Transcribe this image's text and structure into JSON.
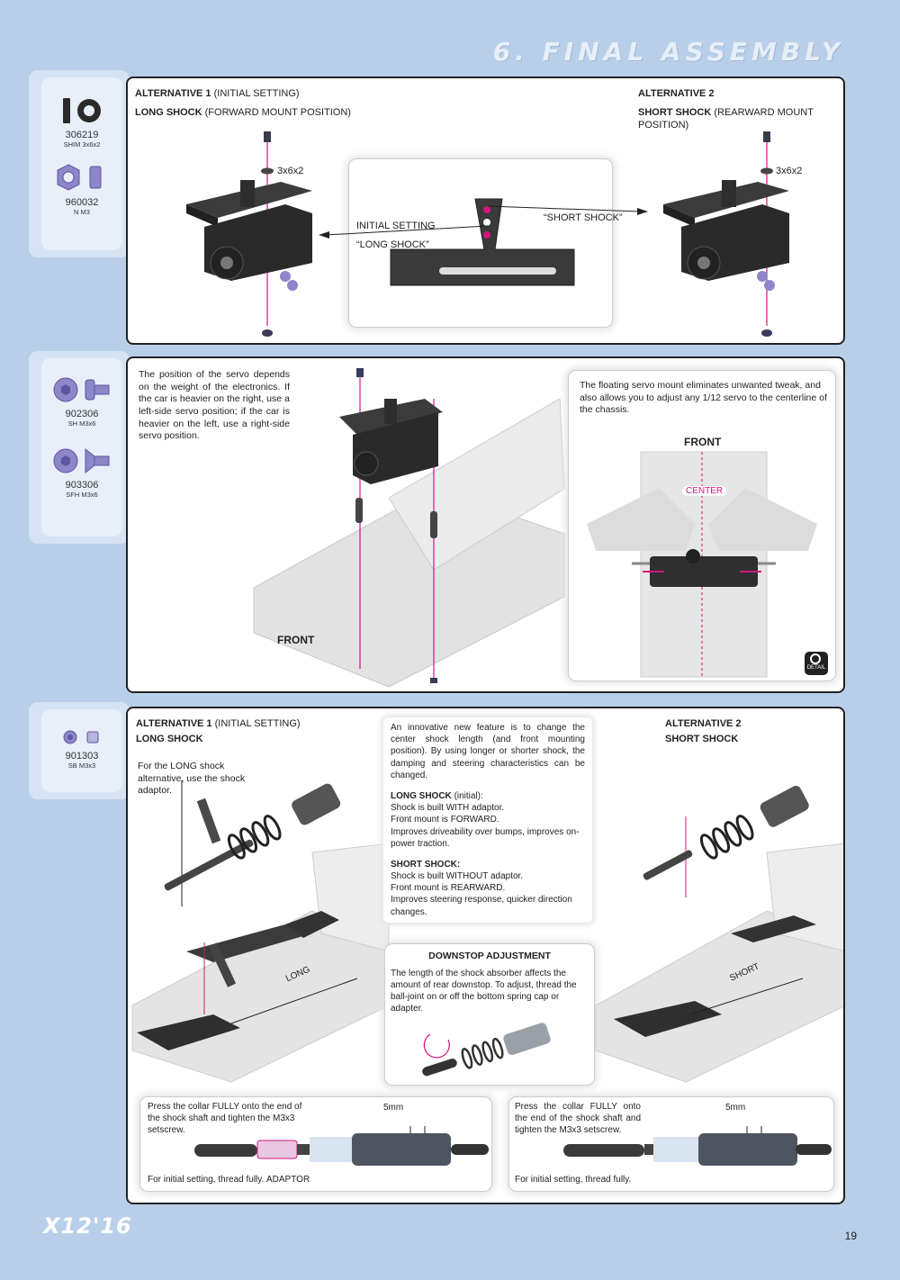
{
  "page_title": "6. FINAL ASSEMBLY",
  "footer_logo": "X12'16",
  "page_number": "19",
  "parts_group_1": [
    {
      "code": "306219",
      "desc": "SHIM 3x6x2",
      "icon": "shim-icon"
    },
    {
      "code": "960032",
      "desc": "N M3",
      "icon": "nut-icon"
    }
  ],
  "parts_group_2": [
    {
      "code": "902306",
      "desc": "SH M3x6",
      "icon": "socket-head-screw-icon"
    },
    {
      "code": "903306",
      "desc": "SFH M3x6",
      "icon": "flat-head-screw-icon"
    }
  ],
  "parts_group_3": [
    {
      "code": "901303",
      "desc": "SB M3x3",
      "icon": "setscrew-icon"
    }
  ],
  "panel1": {
    "alt1_heading_bold": "ALTERNATIVE 1",
    "alt1_heading_rest": "(INITIAL SETTING)",
    "alt1_sub_bold": "LONG SHOCK",
    "alt1_sub_rest": "(FORWARD MOUNT POSITION)",
    "alt2_heading_bold": "ALTERNATIVE 2",
    "alt2_sub_bold": "SHORT SHOCK",
    "alt2_sub_rest": "(REARWARD MOUNT POSITION)",
    "shim_label_left": "3x6x2",
    "shim_label_right": "3x6x2",
    "initial_setting": "INITIAL SETTING",
    "long_shock_quote": "“LONG SHOCK”",
    "short_shock_quote": "“SHORT SHOCK”"
  },
  "panel2": {
    "servo_text": "The position of the servo depends on the weight of the electronics. If the car is heavier on the right, use a left-side servo position; if the car is heavier on the left, use a right-side servo position.",
    "floating_text": "The floating servo mount eliminates unwanted tweak, and also allows you to adjust any 1/12 servo to the centerline of the chassis.",
    "front_label_left": "FRONT",
    "front_label_right": "FRONT",
    "center_label": "CENTER",
    "detail_label": "DETAIL"
  },
  "panel3": {
    "alt1_heading_bold": "ALTERNATIVE 1",
    "alt1_heading_rest": "(INITIAL SETTING)",
    "alt1_sub": "LONG SHOCK",
    "alt2_heading": "ALTERNATIVE 2",
    "alt2_sub": "SHORT SHOCK",
    "adaptor_note": "For the LONG shock alternative, use the shock adaptor.",
    "intro_text": "An innovative new feature is to change the center shock length (and front mounting position). By using longer or shorter shock, the damping and steering characteristics can be changed.",
    "long_heading": "LONG SHOCK",
    "long_heading_rest": "(initial):",
    "long_lines": [
      "Shock is built WITH adaptor.",
      "Front mount is FORWARD.",
      "Improves driveability over bumps, improves on-power traction."
    ],
    "short_heading": "SHORT SHOCK:",
    "short_lines": [
      "Shock is built WITHOUT adaptor.",
      "Front mount is REARWARD.",
      "Improves steering response, quicker direction changes."
    ],
    "long_dim": "LONG",
    "short_dim": "SHORT",
    "downstop_title": "DOWNSTOP ADJUSTMENT",
    "downstop_text": "The length of the shock absorber affects the amount of rear downstop. To adjust, thread the ball-joint on or off the bottom spring cap or adapter.",
    "collar_left": "Press the collar FULLY onto the end of the shock shaft and tighten the M3x3 setscrew.",
    "collar_right": "Press the collar FULLY onto the end of the shock shaft and tighten the M3x3 setscrew.",
    "dim_left": "5mm",
    "dim_right": "5mm",
    "thread_left": "For initial setting, thread fully.",
    "thread_right": "For initial setting, thread fully.",
    "adaptor_label": "ADAPTOR"
  },
  "colors": {
    "background": "#b9cfe9",
    "accent": "#d4147f",
    "part_purple": "#8e86c9",
    "carbon": "#333333"
  }
}
